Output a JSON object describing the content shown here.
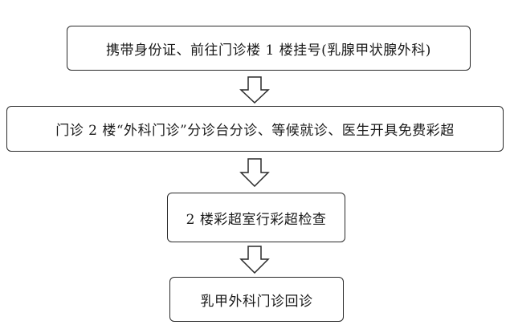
{
  "flowchart": {
    "steps": [
      {
        "label": "携带身份证、前往门诊楼 1 楼挂号(乳腺甲状腺外科)"
      },
      {
        "label": "门诊 2 楼“外科门诊”分诊台分诊、等候就诊、医生开具免费彩超"
      },
      {
        "label": "2 楼彩超室行彩超检查"
      },
      {
        "label": "乳甲外科门诊回诊"
      }
    ],
    "arrow_icon": "down-arrow-outline"
  }
}
